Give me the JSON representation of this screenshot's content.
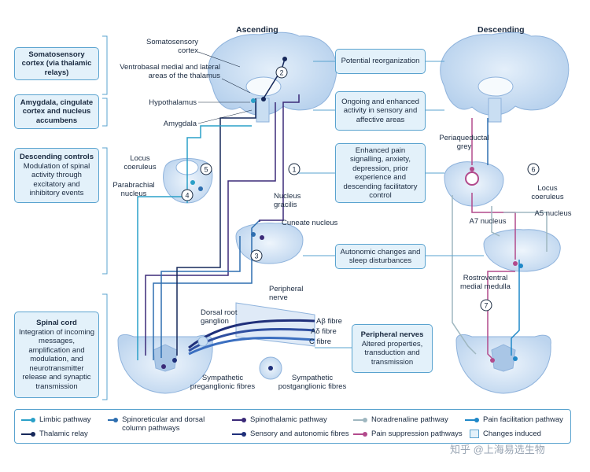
{
  "headings": {
    "ascending": "Ascending",
    "descending": "Descending"
  },
  "left_boxes": [
    {
      "title": "Somatosensory cortex (via thalamic relays)",
      "body": ""
    },
    {
      "title": "Amygdala, cingulate cortex and nucleus accumbens",
      "body": ""
    },
    {
      "title": "Descending controls",
      "body": "Modulation of spinal activity through excitatory and inhibitory events"
    },
    {
      "title": "Spinal cord",
      "body": "Integration of incoming messages, amplification and modulation, and neurotransmitter release and synaptic transmission"
    }
  ],
  "center_boxes": [
    "Potential reorganization",
    "Ongoing and enhanced activity in sensory and affective areas",
    "Enhanced pain signalling, anxiety, depression, prior experience and descending facilitatory control",
    "Autonomic changes and sleep disturbances"
  ],
  "peripheral_box": {
    "title": "Peripheral nerves",
    "body": "Altered properties, transduction and transmission"
  },
  "labels": {
    "somatosensory_cortex": "Somatosensory cortex",
    "ventrobasal": "Ventrobasal medial and lateral areas of the thalamus",
    "hypothalamus": "Hypothalamus",
    "amygdala": "Amygdala",
    "locus_coeruleus_left": "Locus coeruleus",
    "parabrachial": "Parabrachial nucleus",
    "nucleus_gracilis": "Nucleus gracilis",
    "cuneate": "Cuneate nucleus",
    "peripheral_nerve": "Peripheral nerve",
    "drg": "Dorsal root ganglion",
    "a_beta": "Aβ fibre",
    "a_delta": "Aδ fibre",
    "c_fibre": "C fibre",
    "symp_pre": "Sympathetic preganglionic fibres",
    "symp_post": "Sympathetic postganglionic fibres",
    "pag": "Periaqueductal grey",
    "a7": "A7 nucleus",
    "locus_coeruleus_right": "Locus coeruleus",
    "a5": "A5 nucleus",
    "rvm": "Rostroventral medial medulla"
  },
  "numbers": [
    "1",
    "2",
    "3",
    "4",
    "5",
    "6",
    "7"
  ],
  "legend": [
    {
      "label": "Limbic pathway",
      "color": "#2aa0c8"
    },
    {
      "label": "Thalamic relay",
      "color": "#16285a"
    },
    {
      "label": "Spinoreticular and dorsal column pathways",
      "color": "#2f6fb0"
    },
    {
      "label": "Spinothalamic pathway",
      "color": "#3b2a78"
    },
    {
      "label": "Sensory and autonomic fibres",
      "color": "#1f2f7a"
    },
    {
      "label": "Noradrenaline pathway",
      "color": "#9fb7c0"
    },
    {
      "label": "Pain suppression pathways",
      "color": "#b24a8c"
    },
    {
      "label": "Pain facilitation pathway",
      "color": "#1f88c8"
    },
    {
      "label": "Changes induced",
      "color": "#e3f1fa"
    }
  ],
  "watermark": "知乎 @上海易选生物",
  "colors": {
    "tissue": "#c9def2",
    "tissue_dark": "#a9c6e6",
    "box_border": "#5aa3cf",
    "line": "#2f5f9a"
  }
}
